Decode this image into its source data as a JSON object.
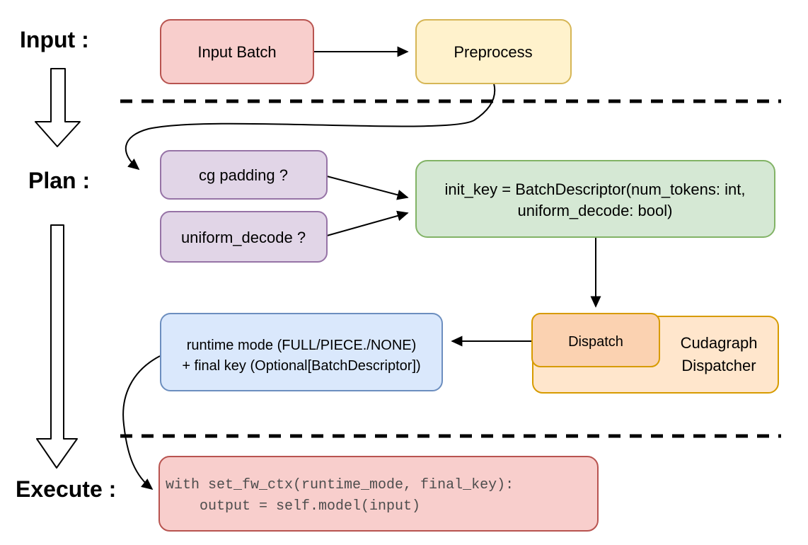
{
  "stage_labels": {
    "input": "Input :",
    "plan": "Plan :",
    "execute": "Execute :"
  },
  "nodes": {
    "input_batch": {
      "label": "Input Batch",
      "fill": "#f8cecc",
      "stroke": "#b85450"
    },
    "preprocess": {
      "label": "Preprocess",
      "fill": "#fff2cc",
      "stroke": "#d6b656"
    },
    "cg_padding": {
      "label": "cg padding ?",
      "fill": "#e1d5e7",
      "stroke": "#9673a6"
    },
    "uniform_decode": {
      "label": "uniform_decode ?",
      "fill": "#e1d5e7",
      "stroke": "#9673a6"
    },
    "init_key": {
      "line1": "init_key = BatchDescriptor(num_tokens: int,",
      "line2": "uniform_decode: bool)",
      "fill": "#d5e8d4",
      "stroke": "#82b366"
    },
    "dispatch": {
      "label": "Dispatch",
      "fill": "#fbd2b1",
      "stroke": "#d79b00"
    },
    "cudagraph_dispatcher": {
      "line1": "Cudagraph",
      "line2": "Dispatcher",
      "fill": "#ffe6cc",
      "stroke": "#d79b00"
    },
    "runtime_mode": {
      "line1": "runtime mode (FULL/PIECE./NONE)",
      "line2": "+ final key (Optional[BatchDescriptor])",
      "fill": "#dae8fc",
      "stroke": "#6c8ebf"
    },
    "execute_code": {
      "line1": "with set_fw_ctx(runtime_mode, final_key):",
      "line2": "    output = self.model(input)",
      "fill": "#f8cecc",
      "stroke": "#b85450",
      "text_color": "#4d4d4d"
    }
  },
  "colors": {
    "edge": "#000000",
    "divider": "#000000",
    "background": "#ffffff"
  }
}
